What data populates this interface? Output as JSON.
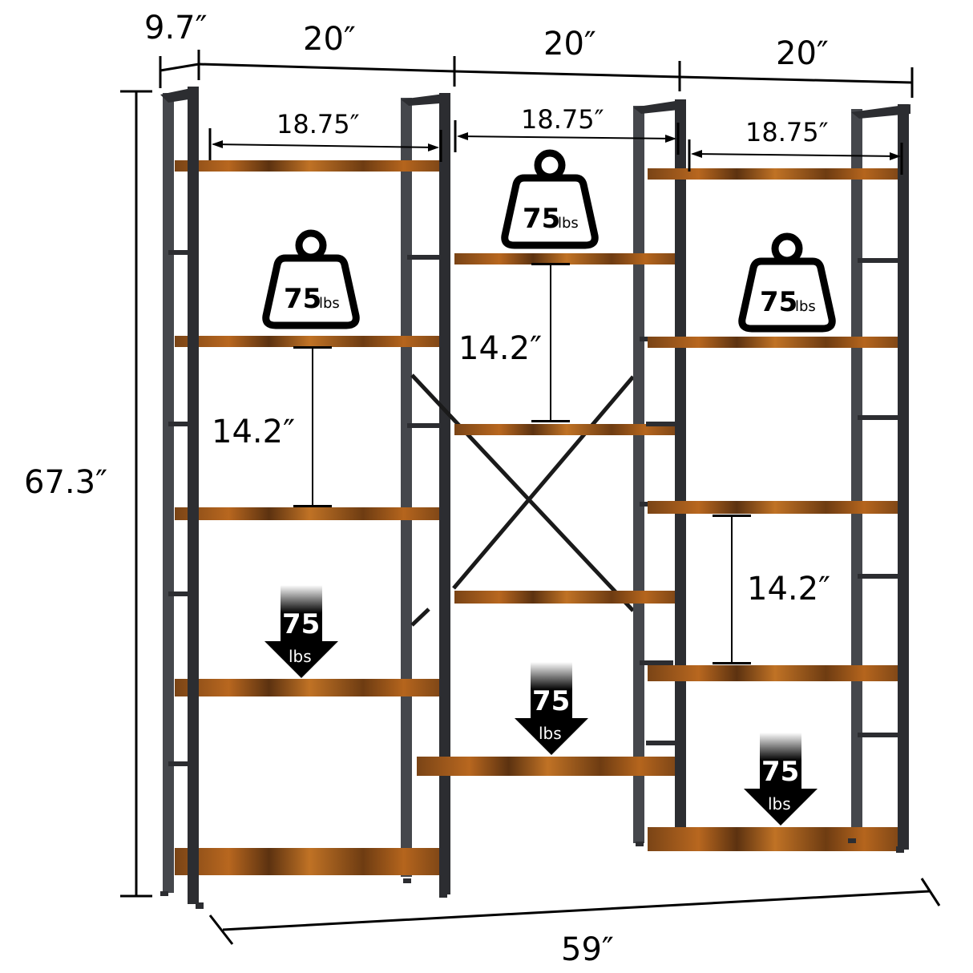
{
  "product": {
    "type": "triple-wide 5-tier industrial bookshelf",
    "colors": {
      "frame": "#2c2d31",
      "wood_light": "#b5651d",
      "wood_dark": "#5a3310",
      "annotation": "#000000"
    }
  },
  "dimensions": {
    "depth": "9.7″",
    "section_widths": [
      "20″",
      "20″",
      "20″"
    ],
    "inner_widths": [
      "18.75″",
      "18.75″",
      "18.75″"
    ],
    "shelf_spacing": [
      "14.2″",
      "14.2″",
      "14.2″"
    ],
    "total_height": "67.3″",
    "total_width": "59″"
  },
  "weight_badges": [
    {
      "value": "75",
      "unit": "lbs",
      "style": "kettlebell",
      "section": "left"
    },
    {
      "value": "75",
      "unit": "lbs",
      "style": "kettlebell",
      "section": "center"
    },
    {
      "value": "75",
      "unit": "lbs",
      "style": "kettlebell",
      "section": "right"
    }
  ],
  "load_arrows": [
    {
      "value": "75",
      "unit": "lbs",
      "section": "left"
    },
    {
      "value": "75",
      "unit": "lbs",
      "section": "center"
    },
    {
      "value": "75",
      "unit": "lbs",
      "section": "right"
    }
  ]
}
